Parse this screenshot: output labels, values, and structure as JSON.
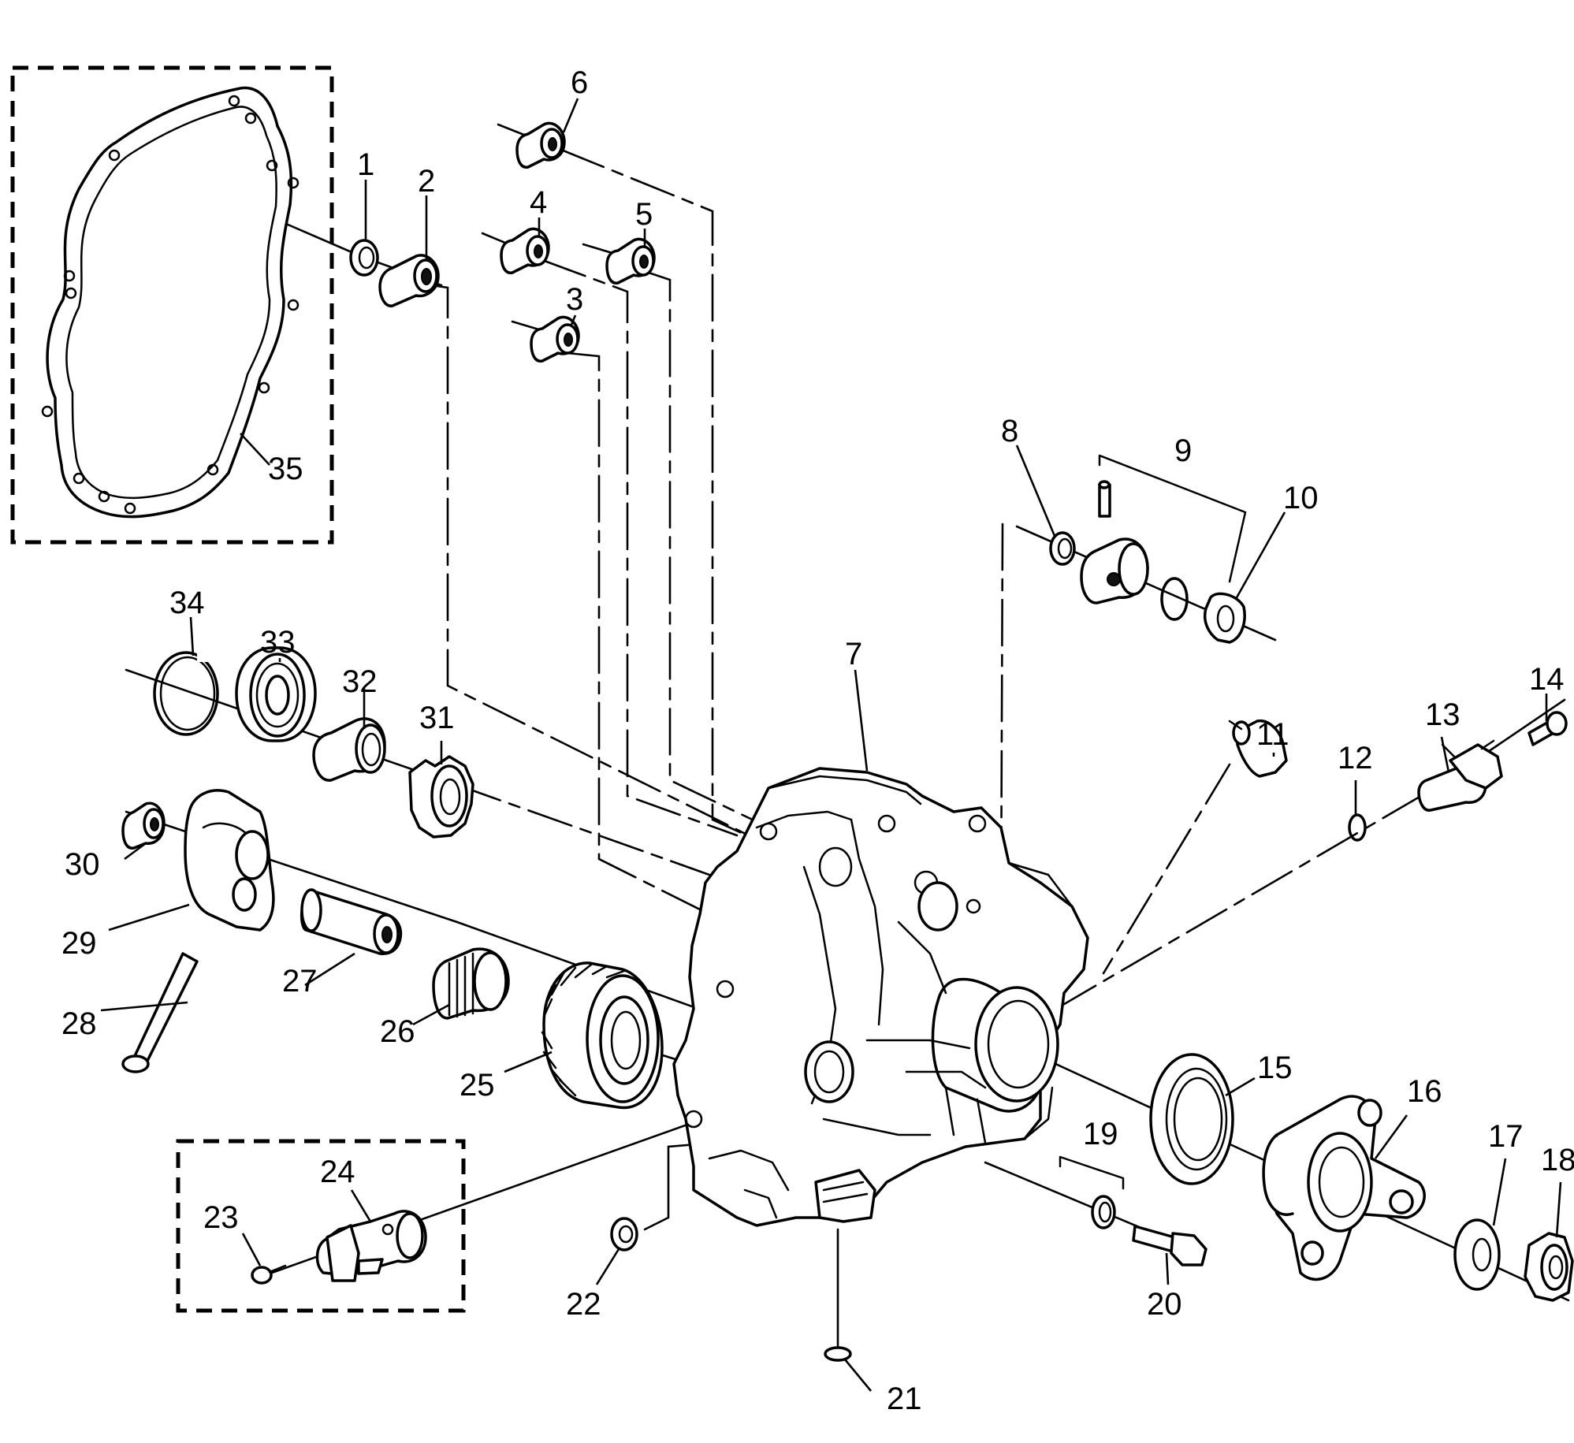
{
  "callouts": [
    {
      "n": "1"
    },
    {
      "n": "2"
    },
    {
      "n": "3"
    },
    {
      "n": "4"
    },
    {
      "n": "5"
    },
    {
      "n": "6"
    },
    {
      "n": "7"
    },
    {
      "n": "8"
    },
    {
      "n": "9"
    },
    {
      "n": "10"
    },
    {
      "n": "11"
    },
    {
      "n": "12"
    },
    {
      "n": "13"
    },
    {
      "n": "14"
    },
    {
      "n": "15"
    },
    {
      "n": "16"
    },
    {
      "n": "17"
    },
    {
      "n": "18"
    },
    {
      "n": "19"
    },
    {
      "n": "20"
    },
    {
      "n": "21"
    },
    {
      "n": "22"
    },
    {
      "n": "23"
    },
    {
      "n": "24"
    },
    {
      "n": "25"
    },
    {
      "n": "26"
    },
    {
      "n": "27"
    },
    {
      "n": "28"
    },
    {
      "n": "29"
    },
    {
      "n": "30"
    },
    {
      "n": "31"
    },
    {
      "n": "32"
    },
    {
      "n": "33"
    },
    {
      "n": "34"
    },
    {
      "n": "35"
    }
  ]
}
